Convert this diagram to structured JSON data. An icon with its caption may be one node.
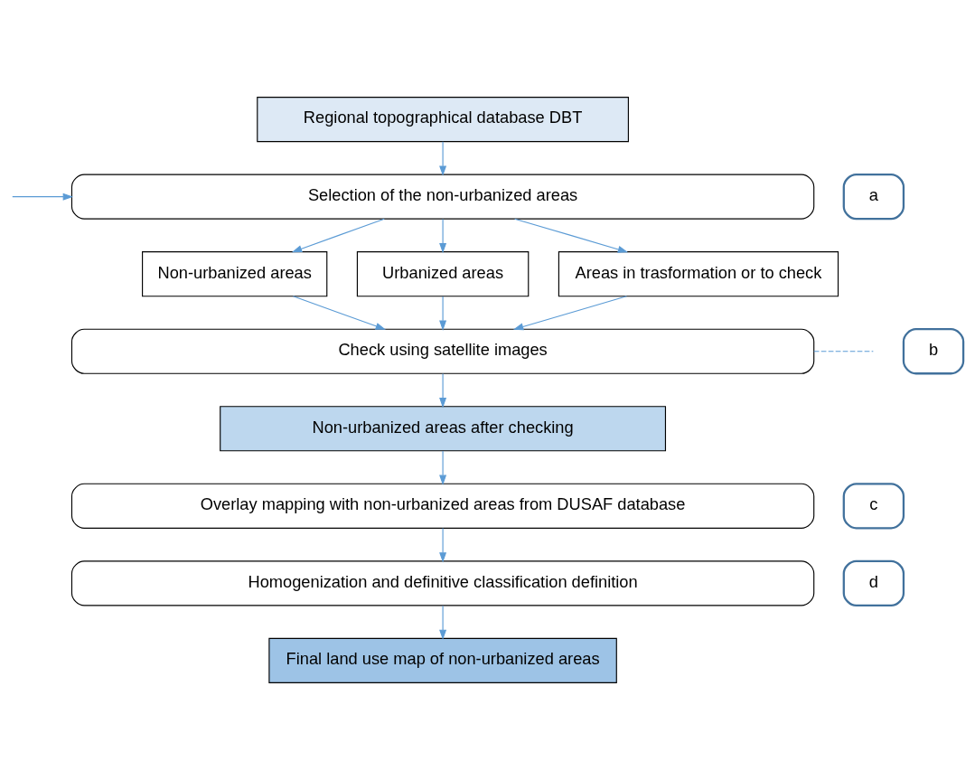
{
  "diagram": {
    "nodes": [
      {
        "text": [
          "Regional topographical database DBT"
        ]
      },
      {
        "text": [
          "a"
        ]
      },
      {
        "text": [
          "Selection of the non-urbanized areas"
        ]
      },
      {
        "text": [
          "Non-urbanized areas"
        ]
      },
      {
        "text": [
          "Urbanized areas"
        ]
      },
      {
        "text": [
          "Areas in trasformation or to check"
        ]
      },
      {
        "text": [
          "b"
        ]
      },
      {
        "text": [
          "Check using satellite images"
        ]
      },
      {
        "text": [
          "Non-urbanized areas after checking"
        ]
      },
      {
        "text": [
          "c"
        ]
      },
      {
        "text": [
          "Overlay mapping with non-urbanized areas from DUSAF database"
        ]
      },
      {
        "text": [
          "d"
        ]
      },
      {
        "text": [
          "Homogenization and definitive classification definition"
        ]
      },
      {
        "text": [
          "Final land use map of non-urbanized areas"
        ]
      }
    ],
    "edges": [
      {
        "from": 0,
        "to": 2,
        "arrow": "to"
      },
      {
        "from": 2,
        "to": 3,
        "arrow": "to"
      },
      {
        "from": 2,
        "to": 4,
        "arrow": "to"
      },
      {
        "from": 2,
        "to": 5,
        "arrow": "to"
      },
      {
        "from": 3,
        "to": 7,
        "arrow": "to"
      },
      {
        "from": 4,
        "to": 7,
        "arrow": "to"
      },
      {
        "from": 5,
        "to": 7,
        "arrow": "to"
      },
      {
        "from": 7,
        "to": 8,
        "arrow": "to"
      },
      {
        "from": 8,
        "to": 10,
        "arrow": "to"
      },
      {
        "from": 10,
        "to": 12,
        "arrow": "to"
      },
      {
        "from": 12,
        "to": 13,
        "arrow": "to"
      },
      {
        "from": null,
        "to": 2,
        "arrow": "to"
      },
      {
        "from": 7,
        "to": null,
        "arrow": "none",
        "style": "dashed"
      }
    ]
  }
}
